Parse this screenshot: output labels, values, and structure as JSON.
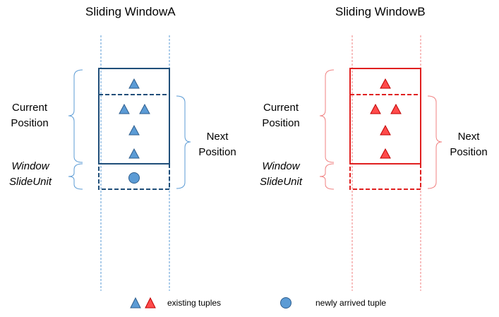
{
  "colors": {
    "blue": "#1f4e79",
    "blue_fill": "#5b9bd5",
    "red": "#e02020",
    "red_fill": "#ff4b4b",
    "red_light": "#f08080"
  },
  "panelA": {
    "title": "Sliding WindowA",
    "current_line1": "Current",
    "current_line2": "Position",
    "window_line1": "Window",
    "window_line2": "SlideUnit",
    "next_line1": "Next",
    "next_line2": "Position"
  },
  "panelB": {
    "title": "Sliding WindowB",
    "current_line1": "Current",
    "current_line2": "Position",
    "window_line1": "Window",
    "window_line2": "SlideUnit",
    "next_line1": "Next",
    "next_line2": "Position"
  },
  "legend": {
    "existing_label": "existing tuples",
    "new_label": "newly arrived tuple",
    "icons": [
      "triangle-blue",
      "triangle-red",
      "circle-blue"
    ]
  }
}
